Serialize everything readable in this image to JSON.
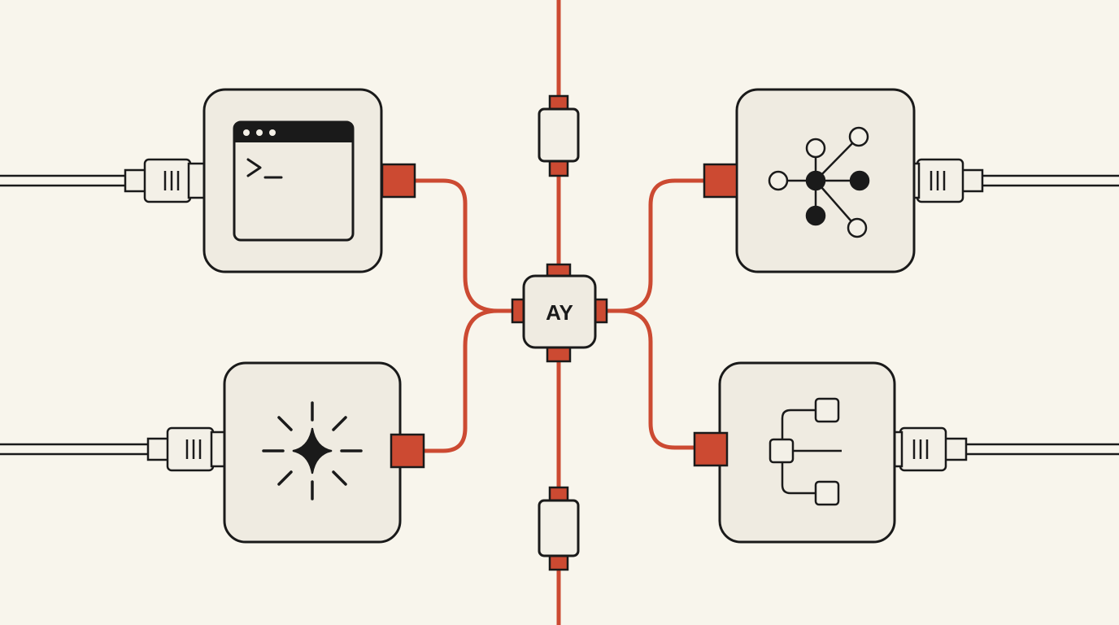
{
  "hub": {
    "label": "AY"
  },
  "colors": {
    "background": "#f8f5ec",
    "ink": "#1a1a1a",
    "accent": "#cc4a32",
    "box_fill": "#efebe1",
    "plug_fill": "#f3f0e7"
  },
  "nodes": [
    {
      "id": "terminal",
      "icon": "terminal-window-icon"
    },
    {
      "id": "network",
      "icon": "network-graph-icon"
    },
    {
      "id": "spark",
      "icon": "sparkle-burst-icon"
    },
    {
      "id": "tree",
      "icon": "hierarchy-tree-icon"
    }
  ]
}
